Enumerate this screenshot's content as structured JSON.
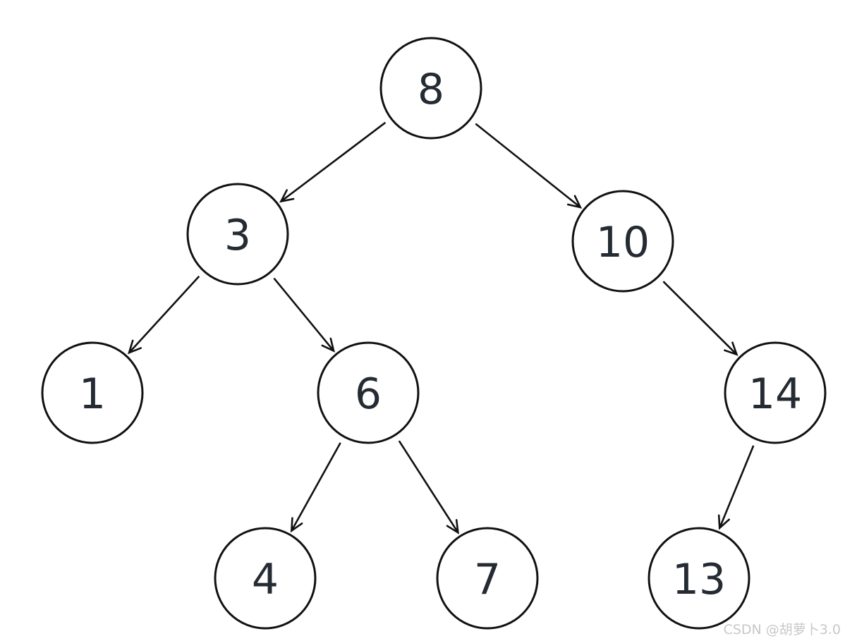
{
  "tree": {
    "nodes": [
      {
        "id": "n8",
        "label": "8"
      },
      {
        "id": "n3",
        "label": "3"
      },
      {
        "id": "n10",
        "label": "10"
      },
      {
        "id": "n1",
        "label": "1"
      },
      {
        "id": "n6",
        "label": "6"
      },
      {
        "id": "n14",
        "label": "14"
      },
      {
        "id": "n4",
        "label": "4"
      },
      {
        "id": "n7",
        "label": "7"
      },
      {
        "id": "n13",
        "label": "13"
      }
    ],
    "edges": [
      {
        "from": "n8",
        "to": "n3"
      },
      {
        "from": "n8",
        "to": "n10"
      },
      {
        "from": "n3",
        "to": "n1"
      },
      {
        "from": "n3",
        "to": "n6"
      },
      {
        "from": "n10",
        "to": "n14"
      },
      {
        "from": "n6",
        "to": "n4"
      },
      {
        "from": "n6",
        "to": "n7"
      },
      {
        "from": "n14",
        "to": "n13"
      }
    ]
  },
  "watermark": "CSDN @胡萝卜3.0",
  "colors": {
    "stroke": "#111111",
    "label": "#252b33",
    "watermark": "#c8c8c8"
  }
}
